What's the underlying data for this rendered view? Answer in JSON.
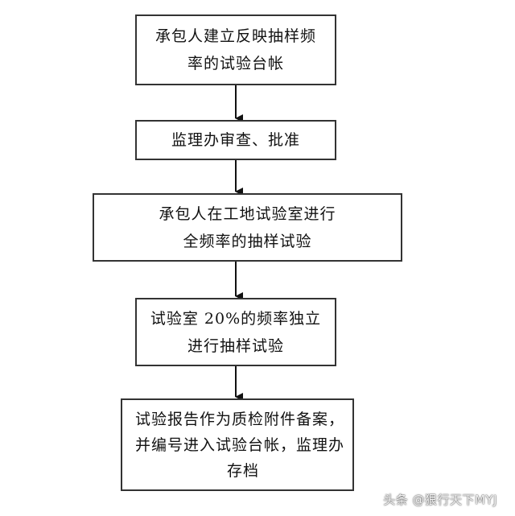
{
  "steps": [
    {
      "lines": [
        "承包人建立反映抽样频",
        "率的试验台帐"
      ]
    },
    {
      "lines": [
        "监理办审查、批准"
      ]
    },
    {
      "lines": [
        "承包人在工地试验室进行",
        "全频率的抽样试验"
      ]
    },
    {
      "lines": [
        "试验室 20%的频率独立",
        "进行抽样试验"
      ]
    },
    {
      "lines": [
        "试验报告作为质检附件备案，",
        "并编号进入试验台帐，监理办",
        "存档"
      ]
    }
  ],
  "watermark": "头条 @狠行天下MYJ",
  "colors": {
    "line": "#333333",
    "text": "#111111",
    "background": "#ffffff"
  }
}
